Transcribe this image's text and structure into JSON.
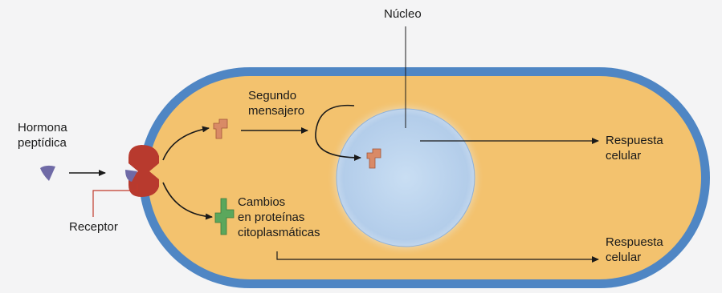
{
  "labels": {
    "nucleus": "Núcleo",
    "hormone": [
      "Hormona",
      "peptídica"
    ],
    "second_messenger": [
      "Segundo",
      "mensajero"
    ],
    "cellular_response_1": [
      "Respuesta",
      "celular"
    ],
    "protein_changes": [
      "Cambios",
      "en proteínas",
      "citoplasmáticas"
    ],
    "cellular_response_2": [
      "Respuesta",
      "celular"
    ],
    "receptor": "Receptor"
  },
  "colors": {
    "background": "#f4f4f5",
    "membrane": "#4f86c4",
    "cytoplasm": "#f3c26e",
    "nucleus": "#b9d3ee",
    "receptor": "#b83a2e",
    "hormone": "#6f6aa6",
    "second_messenger": "#d98a66",
    "protein": "#5ba75c",
    "pointer_line": "#c0392b",
    "arrows": "#1a1a1a"
  }
}
